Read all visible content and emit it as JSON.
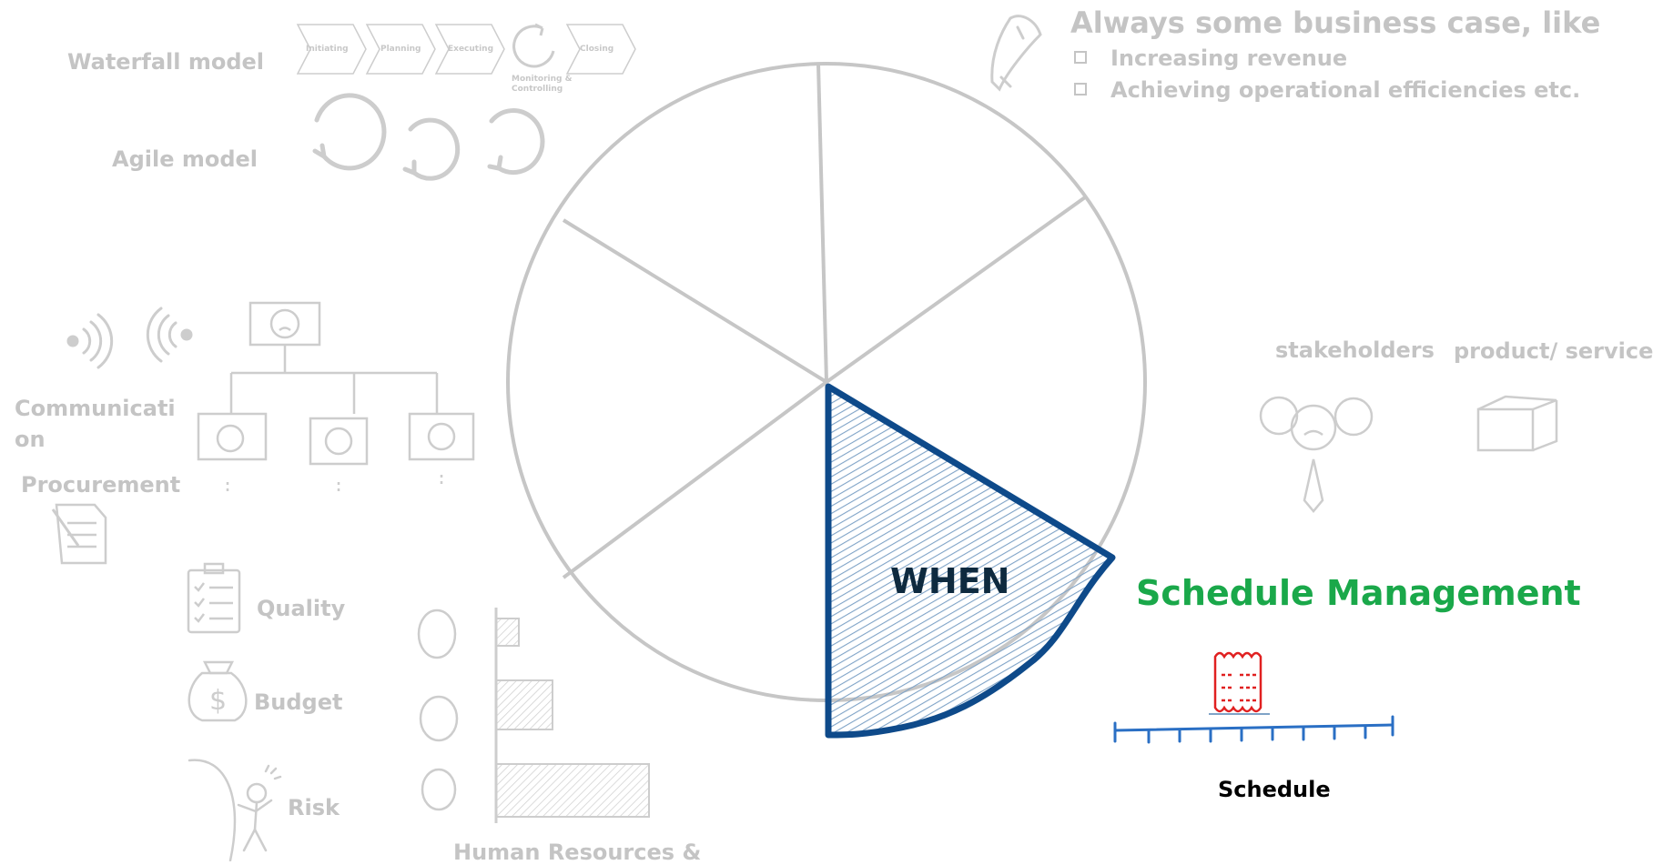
{
  "colors": {
    "faded": "#c4c4c4",
    "wheel": "#c6c6c6",
    "highlight_outline": "#0e4a8a",
    "highlight_fill": "#7fa3c7",
    "schedule_green": "#1aa84a",
    "timeline_blue": "#2a6fc4",
    "doc_red": "#e02020"
  },
  "top_left": {
    "waterfall_label": "Waterfall model",
    "waterfall_steps": [
      "Initiating",
      "Planning",
      "Executing"
    ],
    "monitoring_label": "Monitoring & Controlling",
    "closing_label": "Closing",
    "agile_label": "Agile model"
  },
  "top_right": {
    "heading": "Always some business case, like",
    "bullets": [
      "Increasing revenue",
      "Achieving operational efficiencies etc."
    ]
  },
  "left": {
    "communication_line1": "Communicati",
    "communication_line2": "on",
    "procurement": "Procurement",
    "quality": "Quality",
    "budget": "Budget",
    "risk": "Risk"
  },
  "bottom": {
    "human_resources": "Human Resources &"
  },
  "right": {
    "stakeholders": "stakeholders",
    "product_service": "product/ service"
  },
  "wheel": {
    "highlighted_segment_label": "WHEN"
  },
  "schedule": {
    "title": "Schedule Management",
    "label": "Schedule"
  },
  "icons": [
    "backpack-icon",
    "checkbox-icon",
    "cycle-arrow-icon",
    "signal-icon",
    "org-chart-icon",
    "document-icon",
    "checklist-icon",
    "money-bag-icon",
    "climber-icon",
    "face-icon",
    "bar-chart-icon",
    "people-icon",
    "box-icon",
    "calendar-icon",
    "timeline-icon"
  ]
}
